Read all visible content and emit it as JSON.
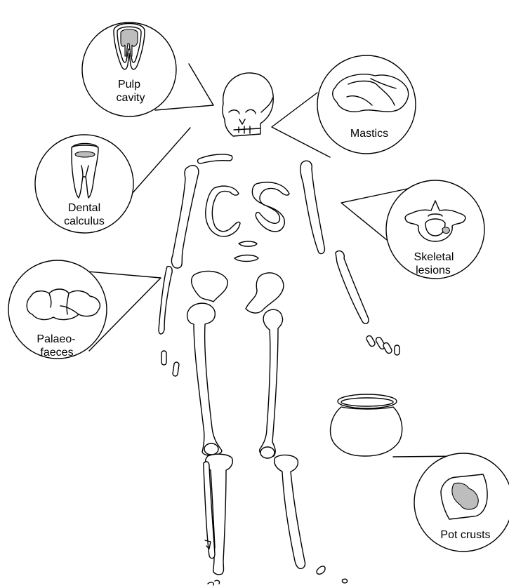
{
  "colors": {
    "line": "#000000",
    "background": "#ffffff",
    "sample_fill": "#bdbdbd"
  },
  "callouts": {
    "pulp": {
      "line1": "Pulp",
      "line2": "cavity",
      "icon": "tooth-pulp-icon"
    },
    "mastics": {
      "line1": "Mastics",
      "icon": "mastic-lump-icon"
    },
    "dental": {
      "line1": "Dental",
      "line2": "calculus",
      "icon": "molar-calculus-icon"
    },
    "skeletal": {
      "line1": "Skeletal",
      "line2": "lesions",
      "icon": "vertebra-lesion-icon"
    },
    "palaeo": {
      "line1": "Palaeo-",
      "line2": "faeces",
      "icon": "coprolite-icon"
    },
    "pot": {
      "line1": "Pot crusts",
      "icon": "pot-sherd-crust-icon"
    }
  }
}
